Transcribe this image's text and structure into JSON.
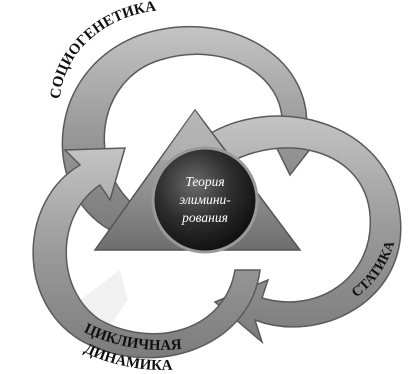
{
  "diagram": {
    "center": {
      "lines": [
        "Теория",
        "элимини-",
        "рования"
      ]
    },
    "rings": [
      {
        "label": "СОЦИОГЕНЕТИКА"
      },
      {
        "label": "СТАТИКА"
      },
      {
        "label_lines": [
          "ЦИКЛИЧНАЯ",
          "ДИНАМИКА"
        ]
      }
    ],
    "colors": {
      "ring_fill": "#9e9e9e",
      "ring_edge": "#5a5a5a",
      "triangle_fill": "#8d8d8d",
      "center_fill": "#2a2a2a",
      "center_text": "#ffffff",
      "label_text": "#111111"
    }
  }
}
